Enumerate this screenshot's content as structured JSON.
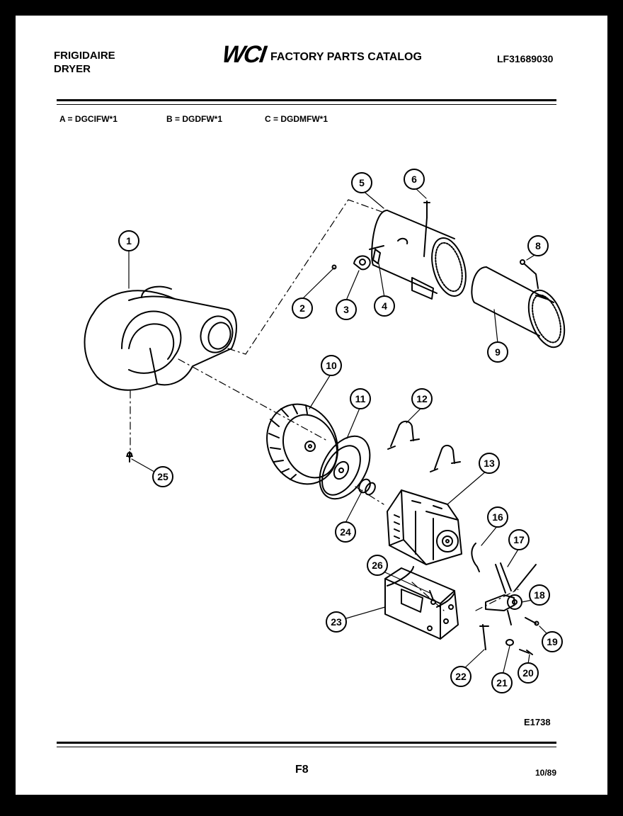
{
  "header": {
    "brand_line1": "FRIGIDAIRE",
    "brand_line2": "DRYER",
    "logo": "WCI",
    "catalog_title": "FACTORY PARTS CATALOG",
    "catalog_number": "LF31689030"
  },
  "models": [
    {
      "text": "A = DGCIFW*1"
    },
    {
      "text": "B = DGDFW*1"
    },
    {
      "text": "C = DGDMFW*1"
    }
  ],
  "callouts": [
    "1",
    "2",
    "3",
    "4",
    "5",
    "6",
    "8",
    "9",
    "10",
    "11",
    "12",
    "13",
    "16",
    "17",
    "18",
    "19",
    "20",
    "21",
    "22",
    "23",
    "24",
    "25",
    "26"
  ],
  "diagram_code": "E1738",
  "footer": {
    "page": "F8",
    "date": "10/89"
  }
}
